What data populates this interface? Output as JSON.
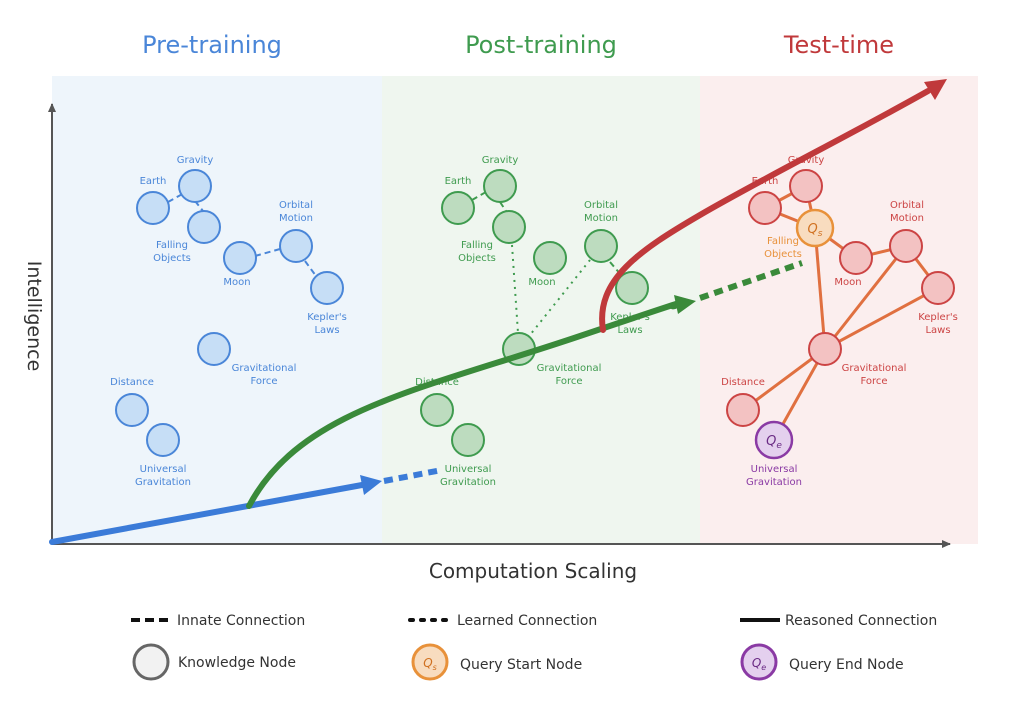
{
  "phases": [
    {
      "title": "Pre-training",
      "color": "#4a86d8",
      "bg": "#eef5fb"
    },
    {
      "title": "Post-training",
      "color": "#3f9b4f",
      "bg": "#eff6ef"
    },
    {
      "title": "Test-time",
      "color": "#c0393b",
      "bg": "#fbeeee"
    }
  ],
  "axes": {
    "x_label": "Computation Scaling",
    "y_label": "Intelligence"
  },
  "concepts": {
    "gravity": "Gravity",
    "earth": "Earth",
    "falling_objects": "Falling Objects",
    "orbital_motion": "Orbital Motion",
    "moon": "Moon",
    "keplers_laws": "Kepler's Laws",
    "gravitational_force": "Gravitational Force",
    "distance": "Distance",
    "universal_gravitation": "Universal Gravitation"
  },
  "query_symbols": {
    "start": "Qs",
    "end": "Qe"
  },
  "legend": {
    "innate": "Innate Connection",
    "learned": "Learned Connection",
    "reasoned": "Reasoned Connection",
    "knowledge_node": "Knowledge Node",
    "query_start": "Query Start Node",
    "query_end": "Query End Node"
  },
  "colors": {
    "pre_node_fill": "#c6def6",
    "pre_node_stroke": "#4a86d8",
    "post_node_fill": "#bddcbf",
    "post_node_stroke": "#3f9b4f",
    "test_node_fill": "#f3c2c2",
    "test_node_stroke": "#cc4444",
    "test_edge": "#e07040",
    "query_start_fill": "#f8dcbf",
    "query_start_stroke": "#e8913a",
    "query_end_fill": "#e4d0ee",
    "query_end_stroke": "#8a3aa4",
    "axis": "#555555"
  }
}
